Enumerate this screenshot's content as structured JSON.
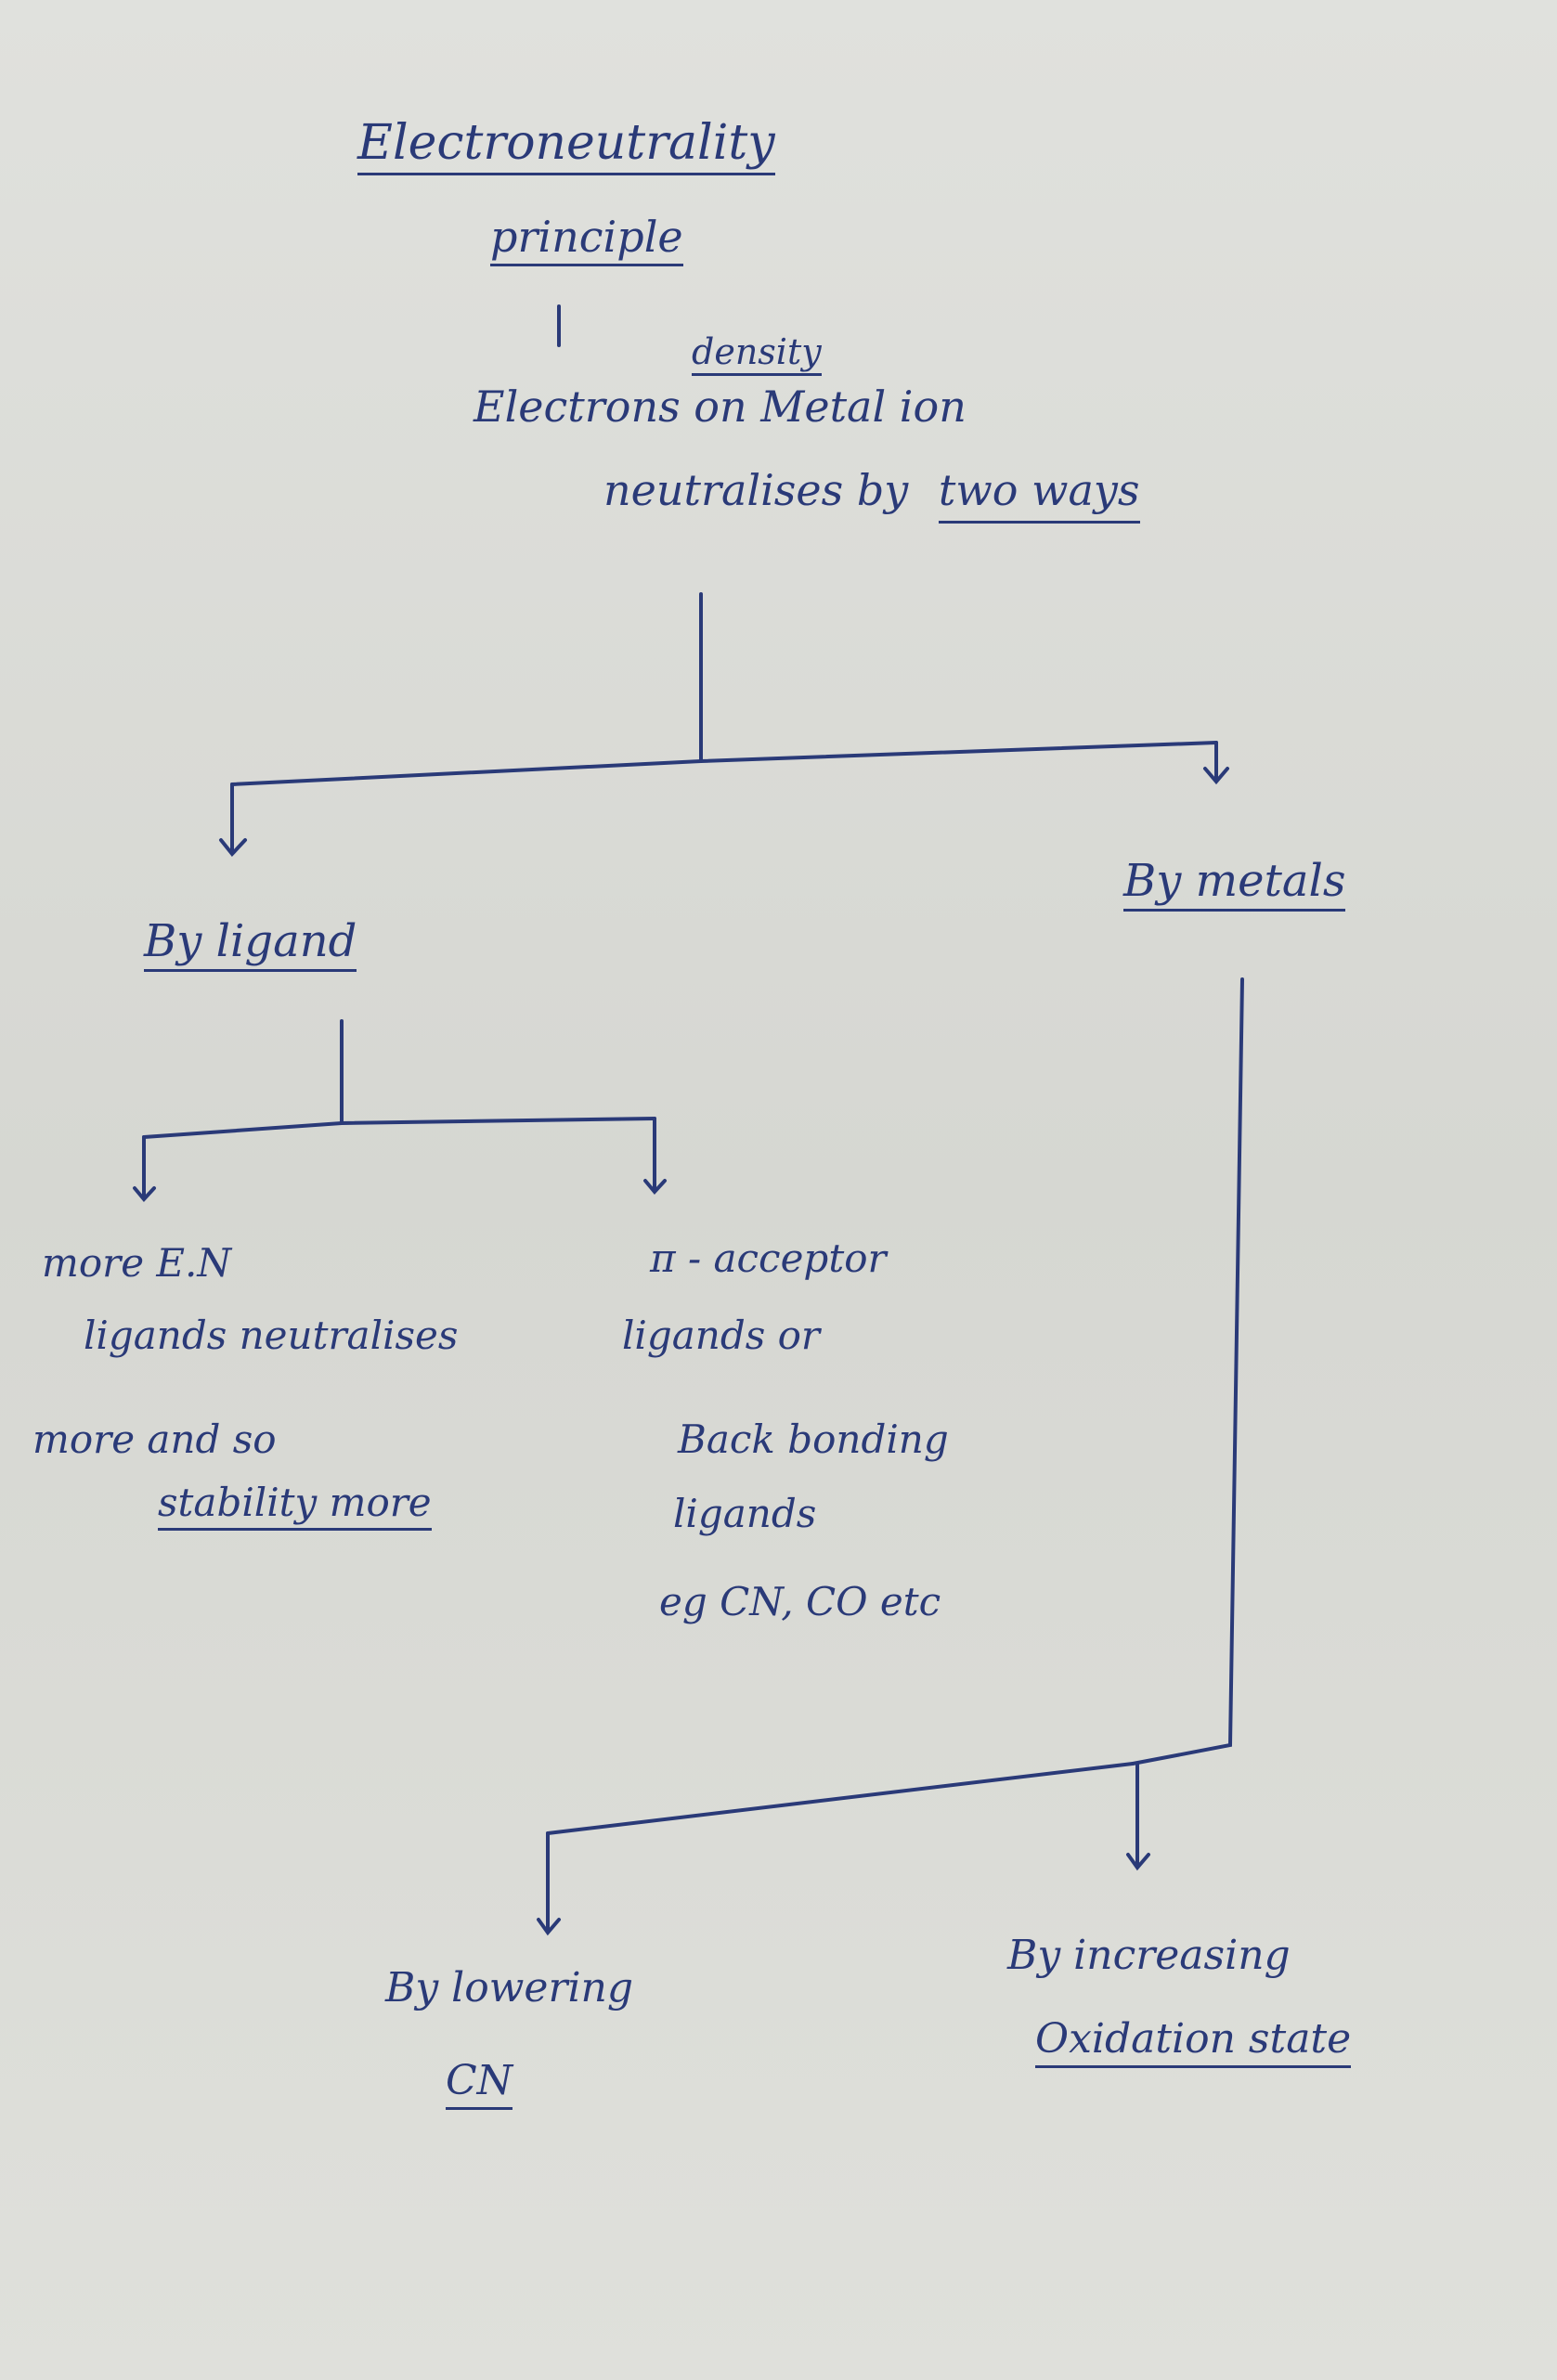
{
  "title": {
    "line1": "Electroneutrality",
    "line2": "principle"
  },
  "stem": {
    "annotation": "density",
    "line1": "Electrons on Metal ion",
    "line2": "neutralises by",
    "emphasis": "two ways"
  },
  "branches": {
    "ligand": {
      "label": "By ligand"
    },
    "metals": {
      "label": "By metals"
    }
  },
  "ligand_children": {
    "en": {
      "line1": "more E.N",
      "line2": "ligands neutralises",
      "line3": "more and so",
      "line4": "stability more"
    },
    "pi": {
      "line1": "π - acceptor",
      "line2": "ligands or",
      "line3": "Back bonding",
      "line4": "ligands",
      "line5": "eg CN, CO etc"
    }
  },
  "metal_children": {
    "cn": {
      "line1": "By lowering",
      "line2": "CN"
    },
    "ox": {
      "line1": "By increasing",
      "line2": "Oxidation state"
    }
  },
  "colors": {
    "ink": "#2a3a78",
    "paper": "#dcddd8"
  }
}
